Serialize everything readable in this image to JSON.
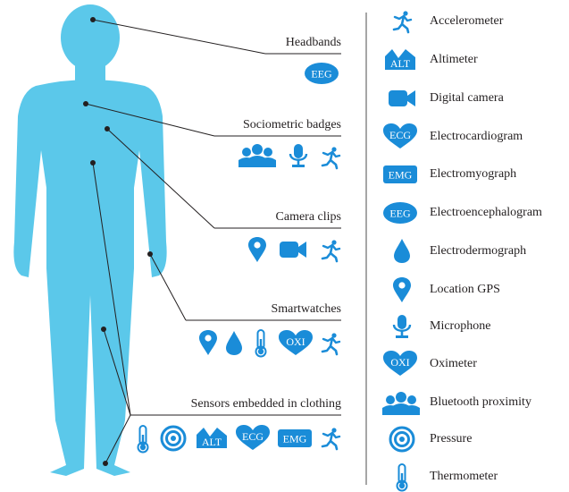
{
  "categories": [
    {
      "id": "headbands",
      "label": "Headbands",
      "icons": [
        "eeg-icon"
      ]
    },
    {
      "id": "badges",
      "label": "Sociometric badges",
      "icons": [
        "bluetooth-proximity-icon",
        "microphone-icon",
        "accelerometer-icon"
      ]
    },
    {
      "id": "camera",
      "label": "Camera clips",
      "icons": [
        "location-gps-icon",
        "digital-camera-icon",
        "accelerometer-icon"
      ]
    },
    {
      "id": "smartwatches",
      "label": "Smartwatches",
      "icons": [
        "location-gps-icon",
        "electrodermograph-icon",
        "thermometer-icon",
        "oximeter-icon",
        "accelerometer-icon"
      ]
    },
    {
      "id": "clothing",
      "label": "Sensors embedded in clothing",
      "icons": [
        "thermometer-icon",
        "pressure-icon",
        "altimeter-icon",
        "electrocardiogram-icon",
        "electromyograph-icon",
        "accelerometer-icon"
      ]
    }
  ],
  "legend": [
    {
      "icon": "accelerometer-icon",
      "label": "Accelerometer"
    },
    {
      "icon": "altimeter-icon",
      "label": "Altimeter",
      "badge": "ALT"
    },
    {
      "icon": "digital-camera-icon",
      "label": "Digital camera"
    },
    {
      "icon": "electrocardiogram-icon",
      "label": "Electrocardiogram",
      "badge": "ECG"
    },
    {
      "icon": "electromyograph-icon",
      "label": "Electromyograph",
      "badge": "EMG"
    },
    {
      "icon": "eeg-icon",
      "label": "Electroencephalogram",
      "badge": "EEG"
    },
    {
      "icon": "electrodermograph-icon",
      "label": "Electrodermograph"
    },
    {
      "icon": "location-gps-icon",
      "label": "Location GPS"
    },
    {
      "icon": "microphone-icon",
      "label": "Microphone"
    },
    {
      "icon": "oximeter-icon",
      "label": "Oximeter",
      "badge": "OXI"
    },
    {
      "icon": "bluetooth-proximity-icon",
      "label": "Bluetooth proximity"
    },
    {
      "icon": "pressure-icon",
      "label": "Pressure"
    },
    {
      "icon": "thermometer-icon",
      "label": "Thermometer"
    }
  ],
  "colors": {
    "body": "#5bc8ea",
    "icon": "#1a8cd8",
    "line": "#231f20",
    "divider": "#4d4d4d"
  }
}
